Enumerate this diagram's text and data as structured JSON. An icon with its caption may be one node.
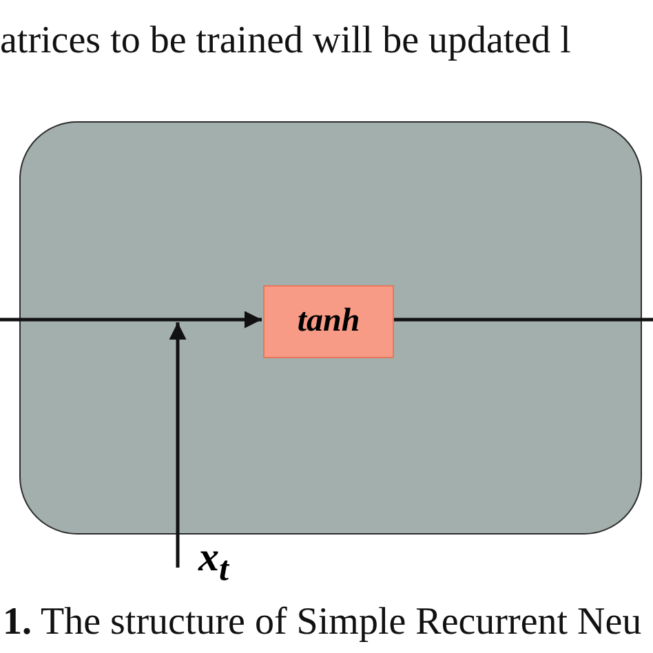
{
  "diagram": {
    "caption": "**1.** The structure of Simple Recurrent Neu",
    "nodes": [
      {
        "text": [],
        "shape": "box"
      },
      {
        "text": [
          "tanh"
        ],
        "in": 0
      },
      {
        "text": [
          "x$_{t}$"
        ]
      }
    ],
    "edges": [
      {
        "from": null,
        "to": 1,
        "arrow": "to"
      },
      {
        "from": 2,
        "to": 1,
        "arrow": "to"
      },
      {
        "from": 1,
        "to": null,
        "arrow": "none"
      }
    ],
    "labels": [
      "atrices to be trained will be updated l"
    ]
  }
}
